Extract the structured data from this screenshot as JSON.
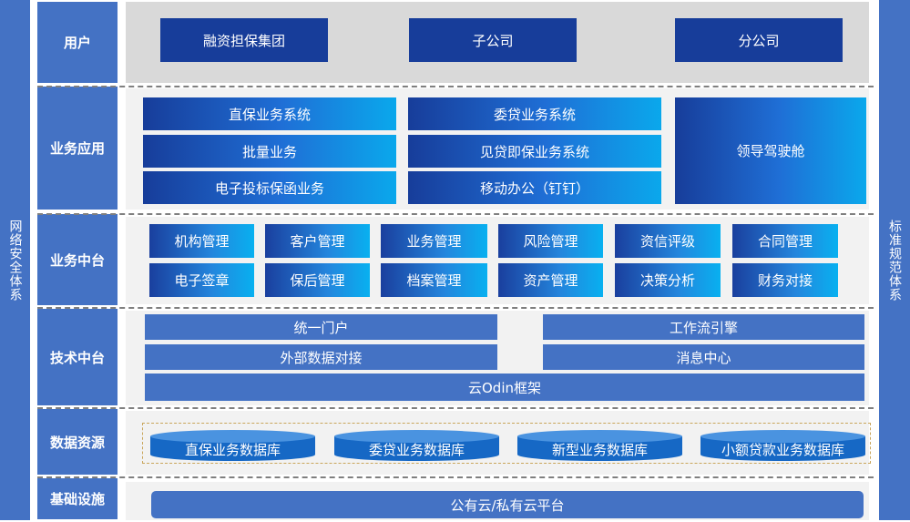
{
  "left_side": "网络安全体系",
  "right_side": "标准规范体系",
  "layers": {
    "user": {
      "label": "用户",
      "items": [
        "融资担保集团",
        "子公司",
        "分公司"
      ]
    },
    "business_app": {
      "label": "业务应用",
      "col1": [
        "直保业务系统",
        "批量业务",
        "电子投标保函业务"
      ],
      "col2": [
        "委贷业务系统",
        "见贷即保业务系统",
        "移动办公（钉钉）"
      ],
      "cockpit": "领导驾驶舱"
    },
    "business_middle": {
      "label": "业务中台",
      "row1": [
        "机构管理",
        "客户管理",
        "业务管理",
        "风险管理",
        "资信评级",
        "合同管理"
      ],
      "row2": [
        "电子签章",
        "保后管理",
        "档案管理",
        "资产管理",
        "决策分析",
        "财务对接"
      ]
    },
    "tech_middle": {
      "label": "技术中台",
      "left": [
        "统一门户",
        "外部数据对接"
      ],
      "right": [
        "工作流引擎",
        "消息中心"
      ],
      "framework": "云Odin框架"
    },
    "data": {
      "label": "数据资源",
      "databases": [
        "直保业务数据库",
        "委贷业务数据库",
        "新型业务数据库",
        "小额贷款业务数据库"
      ]
    },
    "infra": {
      "label": "基础设施",
      "platform": "公有云/私有云平台"
    }
  },
  "colors": {
    "side_blue": "#4472c4",
    "dark_blue": "#173d9a",
    "cyan": "#0aa8ec",
    "db_blue": "#1668c5"
  }
}
